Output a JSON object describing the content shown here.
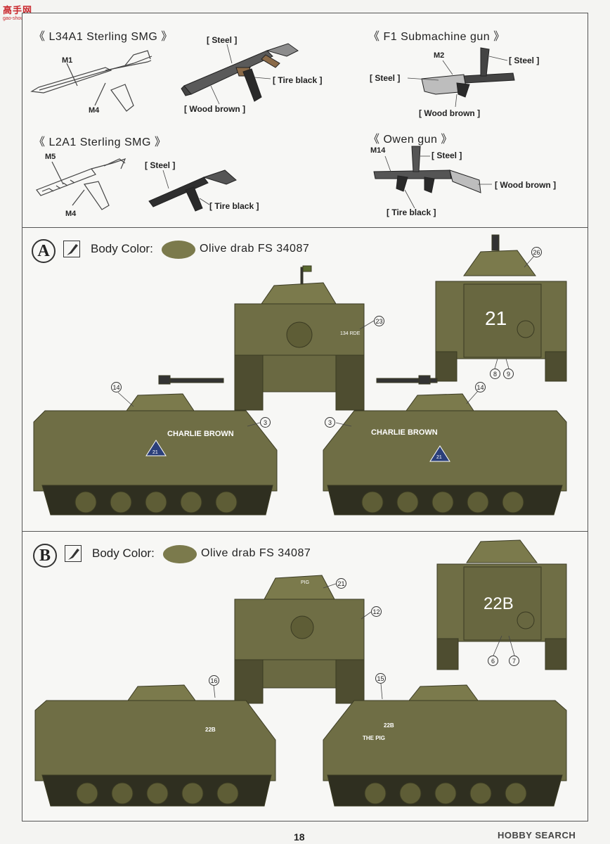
{
  "watermark": {
    "site": "高手网",
    "url": "gao-shou.com"
  },
  "guns": {
    "l34a1": {
      "title": "《 L34A1 Sterling SMG 》",
      "part1": "M1",
      "part2": "M4",
      "c_steel": "[ Steel ]",
      "c_tire": "[ Tire black ]",
      "c_wood": "[ Wood brown ]"
    },
    "l2a1": {
      "title": "《 L2A1 Sterling SMG 》",
      "part1": "M5",
      "part2": "M4",
      "c_steel": "[ Steel ]",
      "c_tire": "[ Tire black ]"
    },
    "f1": {
      "title": "《 F1 Submachine gun 》",
      "part1": "M2",
      "c_steel_left": "[ Steel ]",
      "c_steel_right": "[ Steel ]",
      "c_wood": "[ Wood brown ]"
    },
    "owen": {
      "title": "《 Owen gun 》",
      "part1": "M14",
      "c_steel": "[ Steel ]",
      "c_wood": "[ Wood brown ]",
      "c_tire": "[ Tire black ]"
    }
  },
  "sections": [
    {
      "letter": "A",
      "body_label": "Body Color:",
      "color_name": "Olive drab FS 34087",
      "vehicle_name": "CHARLIE BROWN",
      "triangle_number": "21",
      "rear_number": "21",
      "front_marking": "134 RDE",
      "callouts": {
        "front": "23",
        "rear_top": "26",
        "rear_a": "8",
        "rear_b": "9",
        "left_turret": "14",
        "left_side": "3",
        "right_side": "3",
        "right_turret": "14"
      }
    },
    {
      "letter": "B",
      "body_label": "Body Color:",
      "color_name": "Olive drab FS 34087",
      "rear_number": "22B",
      "side_number": "22B",
      "side_name": "THE PIG",
      "front_marking": "PIG",
      "callouts": {
        "front_top": "21",
        "front_side": "12",
        "rear_a": "6",
        "rear_b": "7",
        "left_hull": "16",
        "right_hull": "15"
      }
    }
  ],
  "colors": {
    "olive_drab": "#7b7a4c",
    "olive_dark": "#5e5d36",
    "steel": "#8c8c8c",
    "tire_black": "#2a2a2a",
    "wood_brown": "#8a6a48"
  },
  "footer": {
    "page_number": "18",
    "brand": "HOBBY SEARCH"
  }
}
